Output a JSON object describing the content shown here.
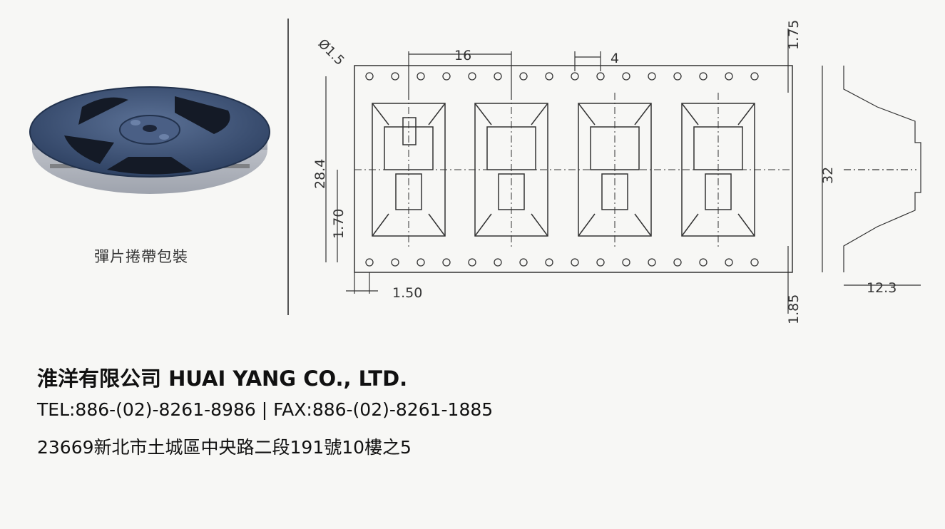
{
  "reel": {
    "caption": "彈片捲帶包裝"
  },
  "drawing": {
    "labels": {
      "hole_diameter": "Ø1.5",
      "pocket_pitch": "16",
      "hole_pitch": "4",
      "top_edge_offset": "1.75",
      "pocket_width": "28.4",
      "hole_to_pocket": "1.70",
      "edge_hole_offset": "1.50",
      "bottom_edge_offset": "1.85",
      "tape_width": "32",
      "tape_depth": "12.3"
    }
  },
  "company": {
    "name": "淮洋有限公司 HUAI YANG CO., LTD.",
    "contact": "TEL:886-(02)-8261-8986 | FAX:886-(02)-8261-1885",
    "address": "23669新北市土城區中央路二段191號10樓之5"
  },
  "colors": {
    "background": "#f7f7f5",
    "reel": "#3d5273",
    "line": "#333333"
  }
}
